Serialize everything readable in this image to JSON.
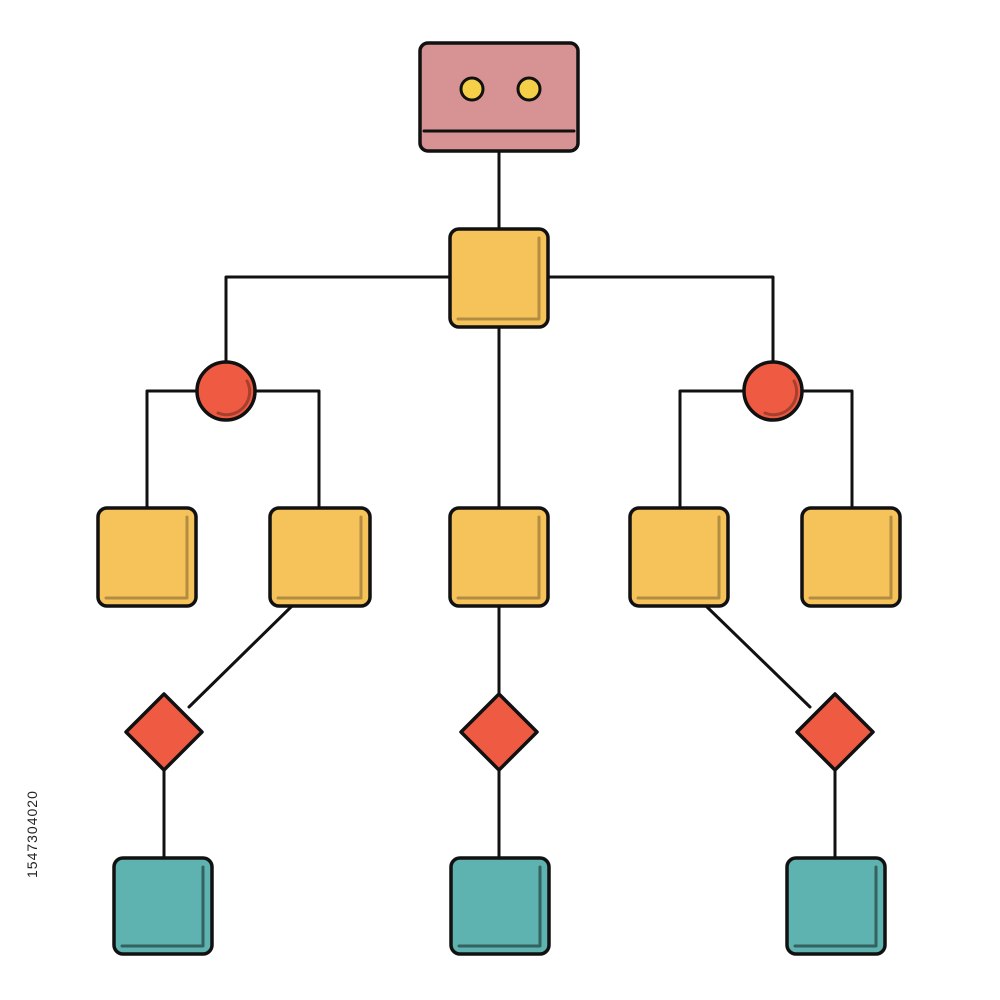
{
  "diagram": {
    "type": "hierarchy-tree",
    "colors": {
      "root": "#d79394",
      "square": "#f6c35a",
      "junction": "#ef5a43",
      "leaf": "#5eb3b0",
      "outline": "#111111",
      "eye": "#f6cf49",
      "background": "#ffffff"
    },
    "nodes": [
      {
        "id": "root",
        "kind": "root",
        "icon": "device-box-with-two-dots"
      },
      {
        "id": "hub",
        "kind": "square"
      },
      {
        "id": "junction-left",
        "kind": "circle"
      },
      {
        "id": "junction-right",
        "kind": "circle"
      },
      {
        "id": "box-1",
        "kind": "square"
      },
      {
        "id": "box-2",
        "kind": "square"
      },
      {
        "id": "box-3",
        "kind": "square"
      },
      {
        "id": "box-4",
        "kind": "square"
      },
      {
        "id": "box-5",
        "kind": "square"
      },
      {
        "id": "decision-left",
        "kind": "diamond"
      },
      {
        "id": "decision-center",
        "kind": "diamond"
      },
      {
        "id": "decision-right",
        "kind": "diamond"
      },
      {
        "id": "leaf-left",
        "kind": "leaf"
      },
      {
        "id": "leaf-center",
        "kind": "leaf"
      },
      {
        "id": "leaf-right",
        "kind": "leaf"
      }
    ],
    "edges": [
      {
        "from": "root",
        "to": "hub"
      },
      {
        "from": "hub",
        "to": "junction-left"
      },
      {
        "from": "hub",
        "to": "junction-right"
      },
      {
        "from": "hub",
        "to": "box-3"
      },
      {
        "from": "junction-left",
        "to": "box-1"
      },
      {
        "from": "junction-left",
        "to": "box-2"
      },
      {
        "from": "junction-right",
        "to": "box-4"
      },
      {
        "from": "junction-right",
        "to": "box-5"
      },
      {
        "from": "box-2",
        "to": "decision-left"
      },
      {
        "from": "box-3",
        "to": "decision-center"
      },
      {
        "from": "box-4",
        "to": "decision-right"
      },
      {
        "from": "decision-left",
        "to": "leaf-left"
      },
      {
        "from": "decision-center",
        "to": "leaf-center"
      },
      {
        "from": "decision-right",
        "to": "leaf-right"
      }
    ]
  },
  "watermark": {
    "stock_id": "1547304020"
  }
}
